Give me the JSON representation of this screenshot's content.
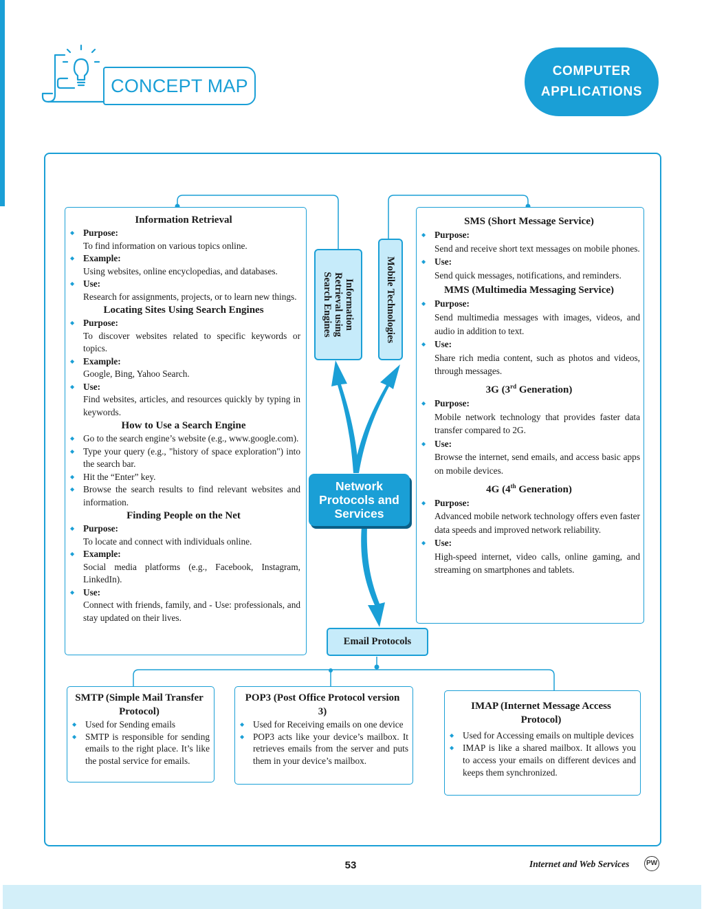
{
  "header": {
    "concept_map_label": "CONCEPT MAP",
    "subject_line1": "COMPUTER",
    "subject_line2": "APPLICATIONS",
    "icon": "lightbulb-scroll-icon"
  },
  "center_node": {
    "line1": "Network",
    "line2": "Protocols and",
    "line3": "Services"
  },
  "branches": {
    "info_retrieval_line1": "Information",
    "info_retrieval_line2": "Retrieval using",
    "info_retrieval_line3": "Search Engines",
    "mobile": "Mobile Technologies",
    "email": "Email Protocols"
  },
  "left_panel": {
    "ir_title": "Information Retrieval",
    "ir_purpose_label": "Purpose:",
    "ir_purpose": "To find information on various topics online.",
    "ir_example_label": "Example:",
    "ir_example": "Using websites, online encyclopedias, and databases.",
    "ir_use_label": "Use:",
    "ir_use": "Research for assignments, projects, or to learn new things.",
    "loc_title": "Locating Sites Using Search Engines",
    "loc_purpose_label": "Purpose:",
    "loc_purpose": "To discover websites related to specific keywords or topics.",
    "loc_example_label": "Example:",
    "loc_example": "Google, Bing, Yahoo Search.",
    "loc_use_label": "Use:",
    "loc_use": "Find websites, articles, and resources quickly by typing in keywords.",
    "how_title": "How to Use a Search Engine",
    "how_1": "Go to the search engine’s website (e.g., www.google.com).",
    "how_2": "Type your query (e.g., \"history of space exploration\") into the search bar.",
    "how_3": "Hit the “Enter” key.",
    "how_4": "Browse the search results to find relevant websites and information.",
    "fp_title": "Finding People on the Net",
    "fp_purpose_label": "Purpose:",
    "fp_purpose": "To locate and connect with individuals online.",
    "fp_example_label": "Example:",
    "fp_example": "Social media platforms (e.g., Facebook, Instagram, LinkedIn).",
    "fp_use_label": "Use:",
    "fp_use": "Connect with friends, family, and - Use: professionals, and stay updated on their lives."
  },
  "right_panel": {
    "sms_title": "SMS (Short Message Service)",
    "sms_purpose_label": "Purpose:",
    "sms_purpose": "Send and receive short text messages on mobile phones.",
    "sms_use_label": "Use:",
    "sms_use": "Send quick messages, notifications, and reminders.",
    "mms_title": "MMS (Multimedia Messaging Service)",
    "mms_purpose_label": "Purpose:",
    "mms_purpose": "Send multimedia messages with images, videos, and audio in addition to text.",
    "mms_use_label": "Use:",
    "mms_use": "Share rich media content, such as photos and videos, through messages.",
    "g3_title_a": "3G (3",
    "g3_sup": "rd",
    "g3_title_b": " Generation)",
    "g3_purpose_label": "Purpose:",
    "g3_purpose": "Mobile network technology that provides faster data transfer compared to 2G.",
    "g3_use_label": "Use:",
    "g3_use": "Browse the internet, send emails, and access basic apps on mobile devices.",
    "g4_title_a": "4G (4",
    "g4_sup": "th",
    "g4_title_b": " Generation)",
    "g4_purpose_label": "Purpose:",
    "g4_purpose": "Advanced mobile network technology offers even faster data speeds and improved network reliability.",
    "g4_use_label": "Use:",
    "g4_use": "High-speed internet, video calls, online gaming, and streaming on smartphones and tablets."
  },
  "email_boxes": {
    "smtp_title": "SMTP (Simple Mail Transfer Protocol)",
    "smtp_1": "Used for Sending emails",
    "smtp_2": "SMTP is responsible for sending emails to the right place. It’s like the postal service for emails.",
    "pop3_title": "POP3 (Post Office Protocol version 3)",
    "pop3_1": "Used for Receiving emails on one device",
    "pop3_2": "POP3 acts like your device’s mailbox. It retrieves emails from the server and puts them in your device’s mailbox.",
    "imap_title": "IMAP (Internet Message Access Protocol)",
    "imap_1": "Used for Accessing emails on multiple devices",
    "imap_2": "IMAP is like a shared mailbox. It allows you to access your emails on different devices and keeps them synchronized."
  },
  "footer": {
    "page_number": "53",
    "chapter_title": "Internet and Web Services",
    "logo_text": "PW"
  },
  "colors": {
    "accent": "#1a9fd6",
    "light_fill": "#c6ebfa",
    "band": "#d3eff9"
  }
}
